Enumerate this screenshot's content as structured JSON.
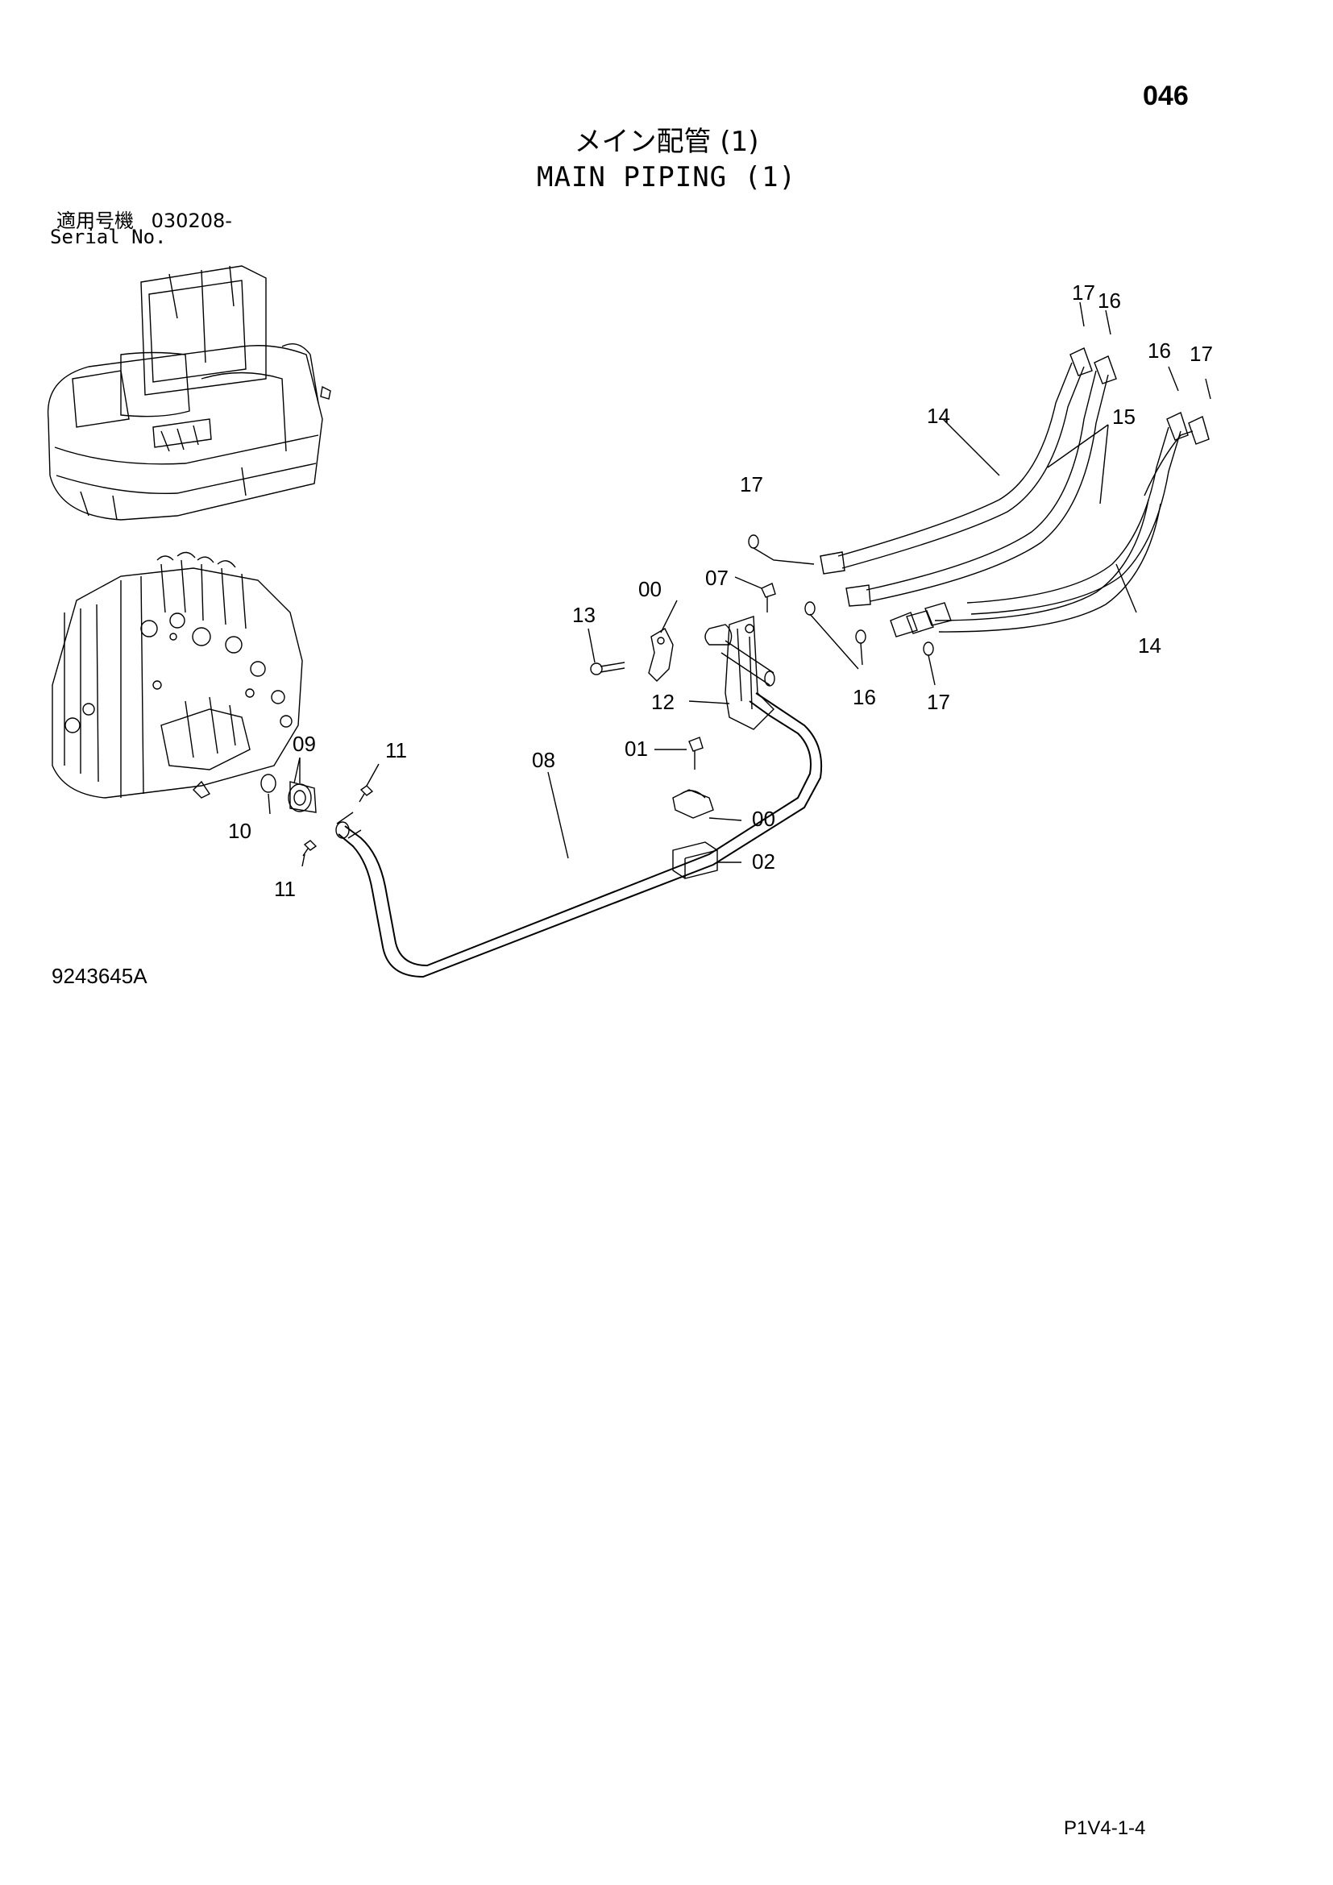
{
  "header": {
    "page_number": "046",
    "title_jp": "メイン配管 (1)",
    "title_en": "MAIN PIPING (1)",
    "serial_label_jp": "適用号機",
    "serial_value": "030208-",
    "serial_label_en": "Serial No."
  },
  "figure_number": "9243645A",
  "footer": "P1V4-1-4",
  "callouts": {
    "c00a": "00",
    "c00b": "00",
    "c01": "01",
    "c02": "02",
    "c07": "07",
    "c08": "08",
    "c09": "09",
    "c10": "10",
    "c11a": "11",
    "c11b": "11",
    "c12": "12",
    "c13": "13",
    "c14a": "14",
    "c14b": "14",
    "c15": "15",
    "c16a": "16",
    "c16b": "16",
    "c16c": "16",
    "c17a": "17",
    "c17b": "17",
    "c17c": "17",
    "c17d": "17"
  }
}
